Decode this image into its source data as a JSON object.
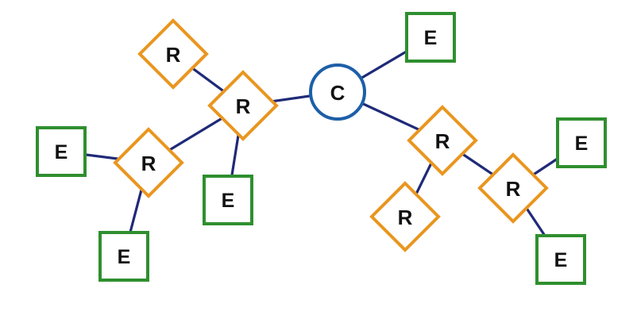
{
  "diagram": {
    "colors": {
      "edge": "#1f2a78",
      "router_border": "#e9961f",
      "endpoint_border": "#2f8f2f",
      "core_border": "#1d5fa8"
    },
    "nodes": [
      {
        "id": "c",
        "type": "core",
        "label": "C"
      },
      {
        "id": "r1",
        "type": "router",
        "label": "R"
      },
      {
        "id": "r2",
        "type": "router",
        "label": "R"
      },
      {
        "id": "r3",
        "type": "router",
        "label": "R"
      },
      {
        "id": "r4",
        "type": "router",
        "label": "R"
      },
      {
        "id": "r5",
        "type": "router",
        "label": "R"
      },
      {
        "id": "r6",
        "type": "router",
        "label": "R"
      },
      {
        "id": "e1",
        "type": "endpoint",
        "label": "E"
      },
      {
        "id": "e2",
        "type": "endpoint",
        "label": "E"
      },
      {
        "id": "e3",
        "type": "endpoint",
        "label": "E"
      },
      {
        "id": "e4",
        "type": "endpoint",
        "label": "E"
      },
      {
        "id": "e5",
        "type": "endpoint",
        "label": "E"
      },
      {
        "id": "e6",
        "type": "endpoint",
        "label": "E"
      }
    ],
    "edges": [
      [
        "c",
        "e5"
      ],
      [
        "c",
        "r2"
      ],
      [
        "c",
        "r4"
      ],
      [
        "r2",
        "r1"
      ],
      [
        "r2",
        "r3"
      ],
      [
        "r2",
        "e2"
      ],
      [
        "r3",
        "e1"
      ],
      [
        "r3",
        "e3"
      ],
      [
        "r4",
        "r5"
      ],
      [
        "r4",
        "r6"
      ],
      [
        "r6",
        "e6"
      ],
      [
        "r6",
        "e4"
      ]
    ]
  }
}
